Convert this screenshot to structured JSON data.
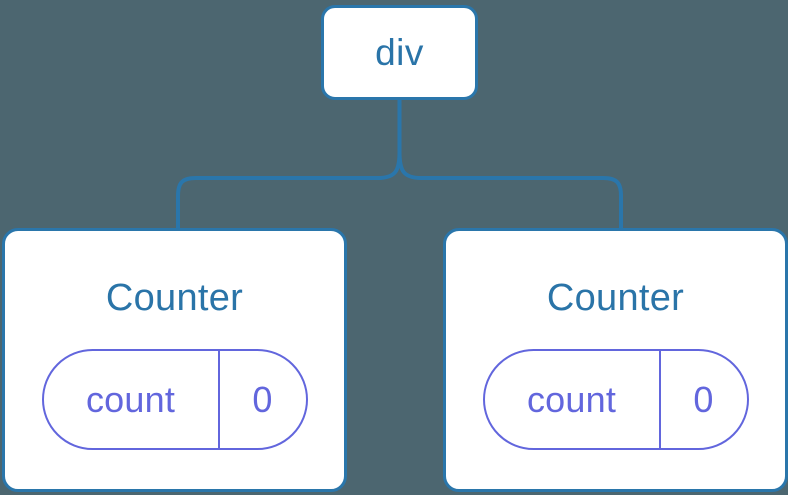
{
  "diagram": {
    "type": "component-tree",
    "background_color": "#4c6670",
    "node_fill_color": "#ffffff",
    "node_border_color": "#2a76ab",
    "node_label_color": "#2a74a8",
    "state_accent_color": "#6266dd",
    "connector_color": "#2a76ab",
    "root": {
      "label": "div",
      "icon": "root-node-icon"
    },
    "children": [
      {
        "title": "Counter",
        "state": {
          "key": "count",
          "value": "0"
        }
      },
      {
        "title": "Counter",
        "state": {
          "key": "count",
          "value": "0"
        }
      }
    ]
  }
}
